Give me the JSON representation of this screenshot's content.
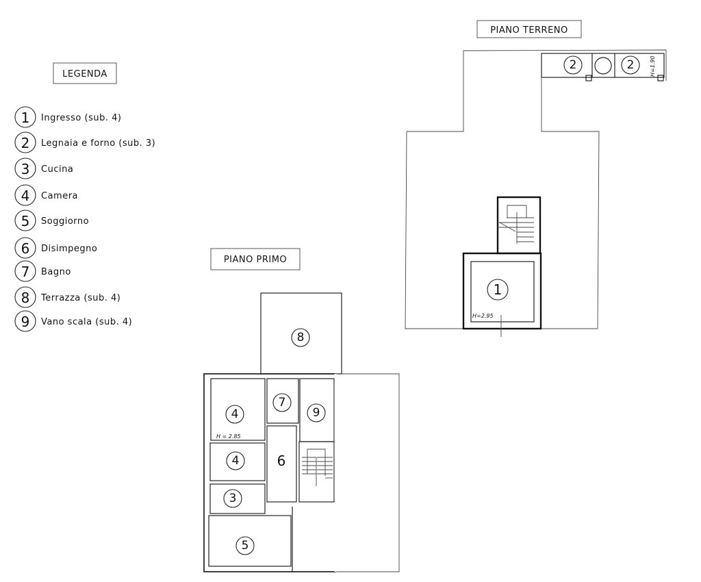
{
  "legend": {
    "title": "LEGENDA",
    "items": [
      {
        "num": "1",
        "label": "Ingresso (sub. 4)"
      },
      {
        "num": "2",
        "label": "Legnaia e forno (sub. 3)"
      },
      {
        "num": "3",
        "label": "Cucina"
      },
      {
        "num": "4",
        "label": "Camera"
      },
      {
        "num": "5",
        "label": "Soggiorno"
      },
      {
        "num": "6",
        "label": "Disimpegno"
      },
      {
        "num": "7",
        "label": "Bagno"
      },
      {
        "num": "8",
        "label": "Terrazza (sub. 4)"
      },
      {
        "num": "9",
        "label": "Vano scala (sub. 4)"
      }
    ]
  },
  "ground_floor": {
    "title": "PIANO TERRENO",
    "rooms": [
      {
        "num": "1"
      },
      {
        "num": "2"
      },
      {
        "num": "2"
      }
    ],
    "height_main": "H=2.95",
    "height_legnaia": "H=1.90"
  },
  "first_floor": {
    "title": "PIANO PRIMO",
    "rooms": [
      {
        "num": "8"
      },
      {
        "num": "4"
      },
      {
        "num": "4"
      },
      {
        "num": "3"
      },
      {
        "num": "5"
      },
      {
        "num": "7"
      },
      {
        "num": "9"
      },
      {
        "num": "6"
      }
    ],
    "height": "H = 2.85"
  }
}
